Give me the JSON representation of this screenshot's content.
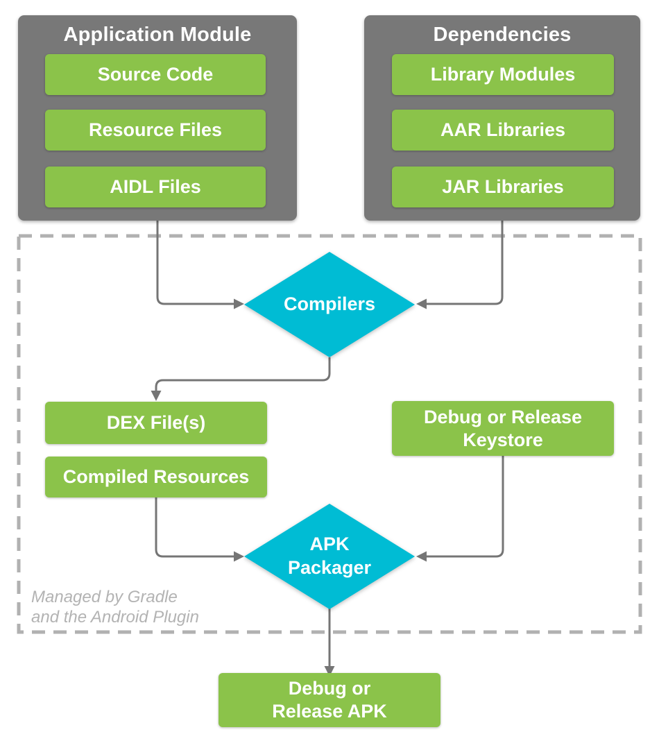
{
  "diagram": {
    "panels": [
      {
        "title": "Application Module",
        "items": [
          "Source Code",
          "Resource Files",
          "AIDL Files"
        ]
      },
      {
        "title": "Dependencies",
        "items": [
          "Library Modules",
          "AAR Libraries",
          "JAR Libraries"
        ]
      }
    ],
    "diamonds": [
      {
        "label": "Compilers"
      },
      {
        "label": "APK Packager"
      }
    ],
    "boxes": {
      "dex": "DEX File(s)",
      "compiled_resources": "Compiled Resources",
      "keystore": "Debug or Release Keystore",
      "apk": "Debug or Release APK"
    },
    "note": {
      "line1": "Managed by Gradle",
      "line2": "and the Android Plugin"
    },
    "colors": {
      "panel_gray": "#787878",
      "box_green": "#8bc34a",
      "diamond_cyan": "#00bcd4",
      "connector_gray": "#757575",
      "dashed_border": "#b1b1b1",
      "note_text": "#b3b3b3"
    }
  }
}
